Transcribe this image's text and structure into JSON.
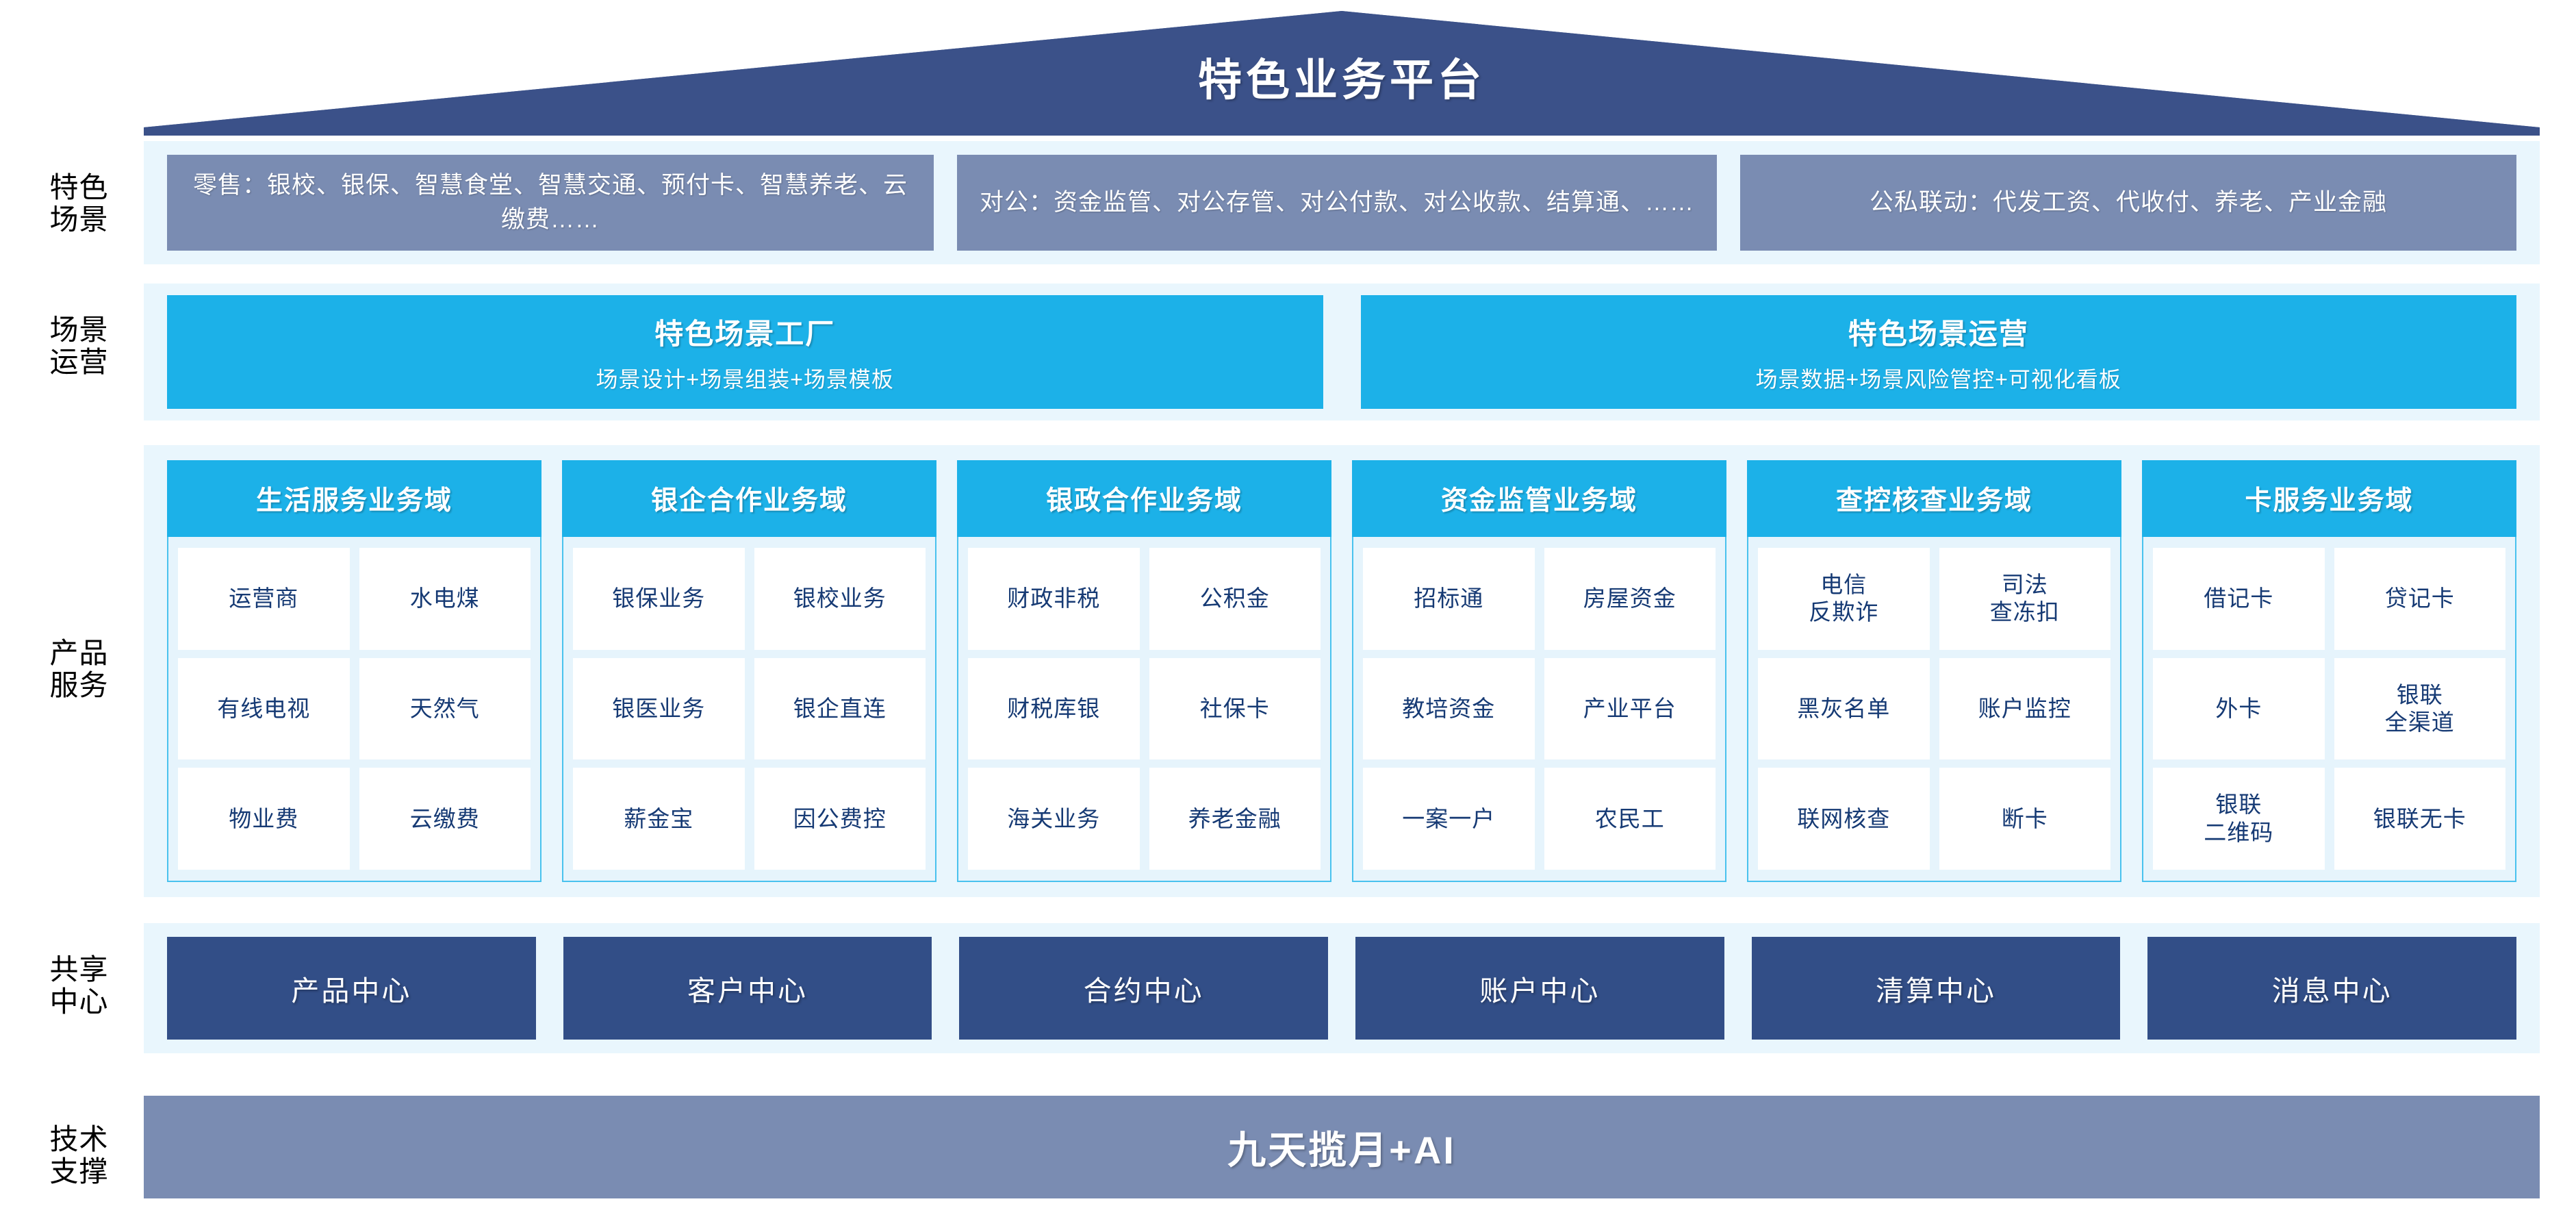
{
  "title": "特色业务平台",
  "rows": {
    "scene_label": "特色\n场景",
    "ops_label": "场景\n运营",
    "product_label": "产品\n服务",
    "shared_label": "共享\n中心",
    "tech_label": "技术\n支撑"
  },
  "scenarios": [
    {
      "text": "零售：银校、银保、智慧食堂、智慧交通、预付卡、智慧养老、云缴费……"
    },
    {
      "text": "对公：资金监管、对公存管、对公付款、对公收款、结算通、……"
    },
    {
      "text": "公私联动：代发工资、代收付、养老、产业金融"
    }
  ],
  "operations": [
    {
      "title": "特色场景工厂",
      "subtitle": "场景设计+场景组装+场景模板"
    },
    {
      "title": "特色场景运营",
      "subtitle": "场景数据+场景风险管控+可视化看板"
    }
  ],
  "domains": [
    {
      "title": "生活服务业务域",
      "rows": [
        [
          "运营商",
          "水电煤"
        ],
        [
          "有线电视",
          "天然气"
        ],
        [
          "物业费",
          "云缴费"
        ]
      ]
    },
    {
      "title": "银企合作业务域",
      "rows": [
        [
          "银保业务",
          "银校业务"
        ],
        [
          "银医业务",
          "银企直连"
        ],
        [
          "薪金宝",
          "因公费控"
        ]
      ]
    },
    {
      "title": "银政合作业务域",
      "rows": [
        [
          "财政非税",
          "公积金"
        ],
        [
          "财税库银",
          "社保卡"
        ],
        [
          "海关业务",
          "养老金融"
        ]
      ]
    },
    {
      "title": "资金监管业务域",
      "rows": [
        [
          "招标通",
          "房屋资金"
        ],
        [
          "教培资金",
          "产业平台"
        ],
        [
          "一案一户",
          "农民工"
        ]
      ]
    },
    {
      "title": "查控核查业务域",
      "rows": [
        [
          "电信\n反欺诈",
          "司法\n查冻扣"
        ],
        [
          "黑灰名单",
          "账户监控"
        ],
        [
          "联网核查",
          "断卡"
        ]
      ]
    },
    {
      "title": "卡服务业务域",
      "rows": [
        [
          "借记卡",
          "贷记卡"
        ],
        [
          "外卡",
          "银联\n全渠道"
        ],
        [
          "银联\n二维码",
          "银联无卡"
        ]
      ]
    }
  ],
  "shared_centers": [
    "产品中心",
    "客户中心",
    "合约中心",
    "账户中心",
    "清算中心",
    "消息中心"
  ],
  "tech_support": "九天揽月+AI",
  "colors": {
    "roof": "#3b5189",
    "panel_bg": "#e9f6fd",
    "scenario_box": "#7a8cb2",
    "cyan": "#1cb1e8",
    "cyan_border": "#49c2ee",
    "tile_text": "#163a74",
    "center_box": "#324e87",
    "tech_bar": "#7a8cb2"
  }
}
